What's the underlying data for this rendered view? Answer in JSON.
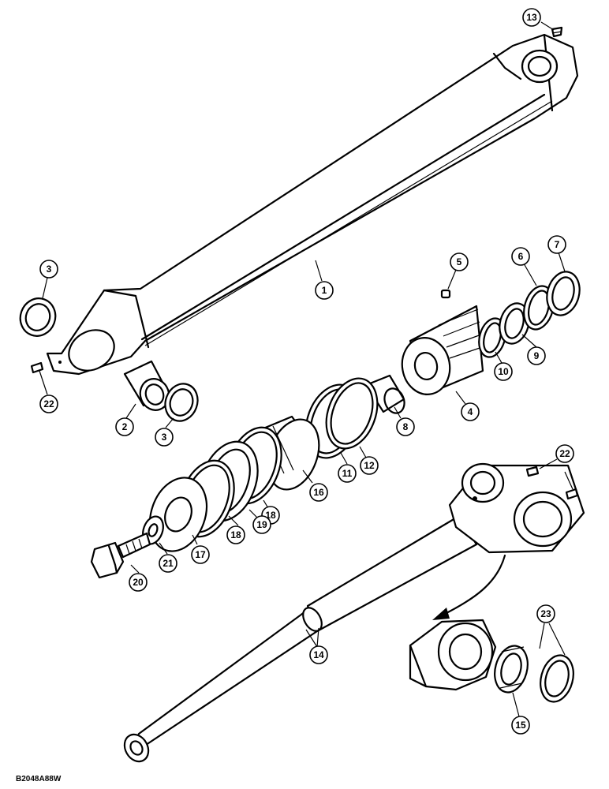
{
  "figure": {
    "reference_code": "B2048A88W"
  },
  "callouts": [
    {
      "number": "1"
    },
    {
      "number": "2"
    },
    {
      "number": "3"
    },
    {
      "number": "3"
    },
    {
      "number": "4"
    },
    {
      "number": "5"
    },
    {
      "number": "6"
    },
    {
      "number": "7"
    },
    {
      "number": "8"
    },
    {
      "number": "9"
    },
    {
      "number": "10"
    },
    {
      "number": "11"
    },
    {
      "number": "12"
    },
    {
      "number": "13"
    },
    {
      "number": "14"
    },
    {
      "number": "15"
    },
    {
      "number": "16"
    },
    {
      "number": "17"
    },
    {
      "number": "18"
    },
    {
      "number": "18"
    },
    {
      "number": "19"
    },
    {
      "number": "20"
    },
    {
      "number": "21"
    },
    {
      "number": "22"
    },
    {
      "number": "22"
    },
    {
      "number": "23"
    }
  ]
}
